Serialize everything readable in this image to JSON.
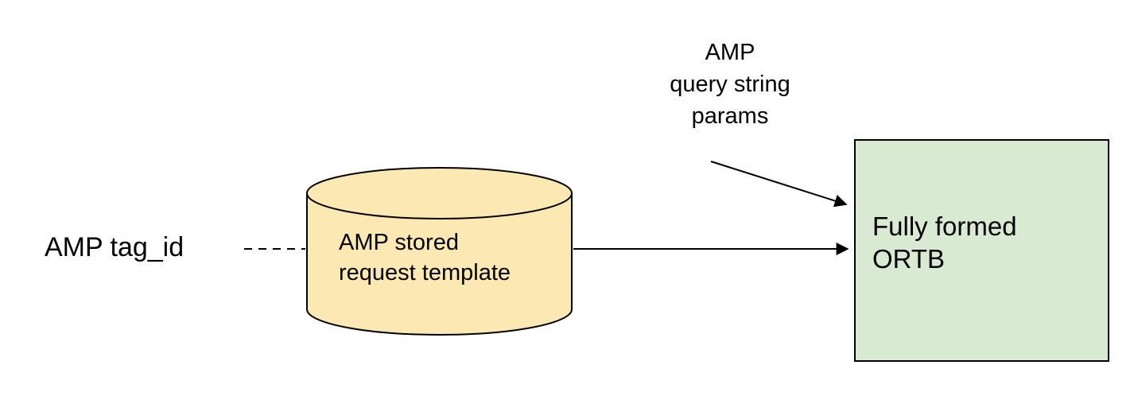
{
  "diagram": {
    "labels": {
      "tag_id": "AMP tag_id",
      "cylinder": "AMP stored\nrequest template",
      "query_params": "AMP\nquery string\nparams",
      "ortb_box": "Fully formed\nORTB"
    },
    "colors": {
      "cylinder_fill": "#FCE8B2",
      "box_fill": "#D9EAD3",
      "stroke": "#000000",
      "text": "#000000"
    }
  }
}
